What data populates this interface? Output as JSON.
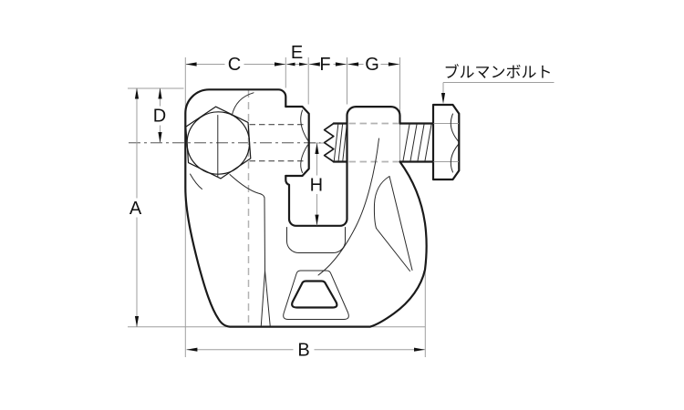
{
  "drawing": {
    "kind": "technical-dimension-drawing",
    "dimensions": {
      "A": "A",
      "B": "B",
      "C": "C",
      "D": "D",
      "E": "E",
      "F": "F",
      "G": "G",
      "H": "H"
    },
    "callout": {
      "label": "ブルマンボルト"
    },
    "colors": {
      "outline": "#1a1a1a",
      "dimension_line": "#9e9e9e",
      "hidden_line": "#b3b3b3",
      "centerline": "#555555",
      "background": "#ffffff"
    }
  }
}
